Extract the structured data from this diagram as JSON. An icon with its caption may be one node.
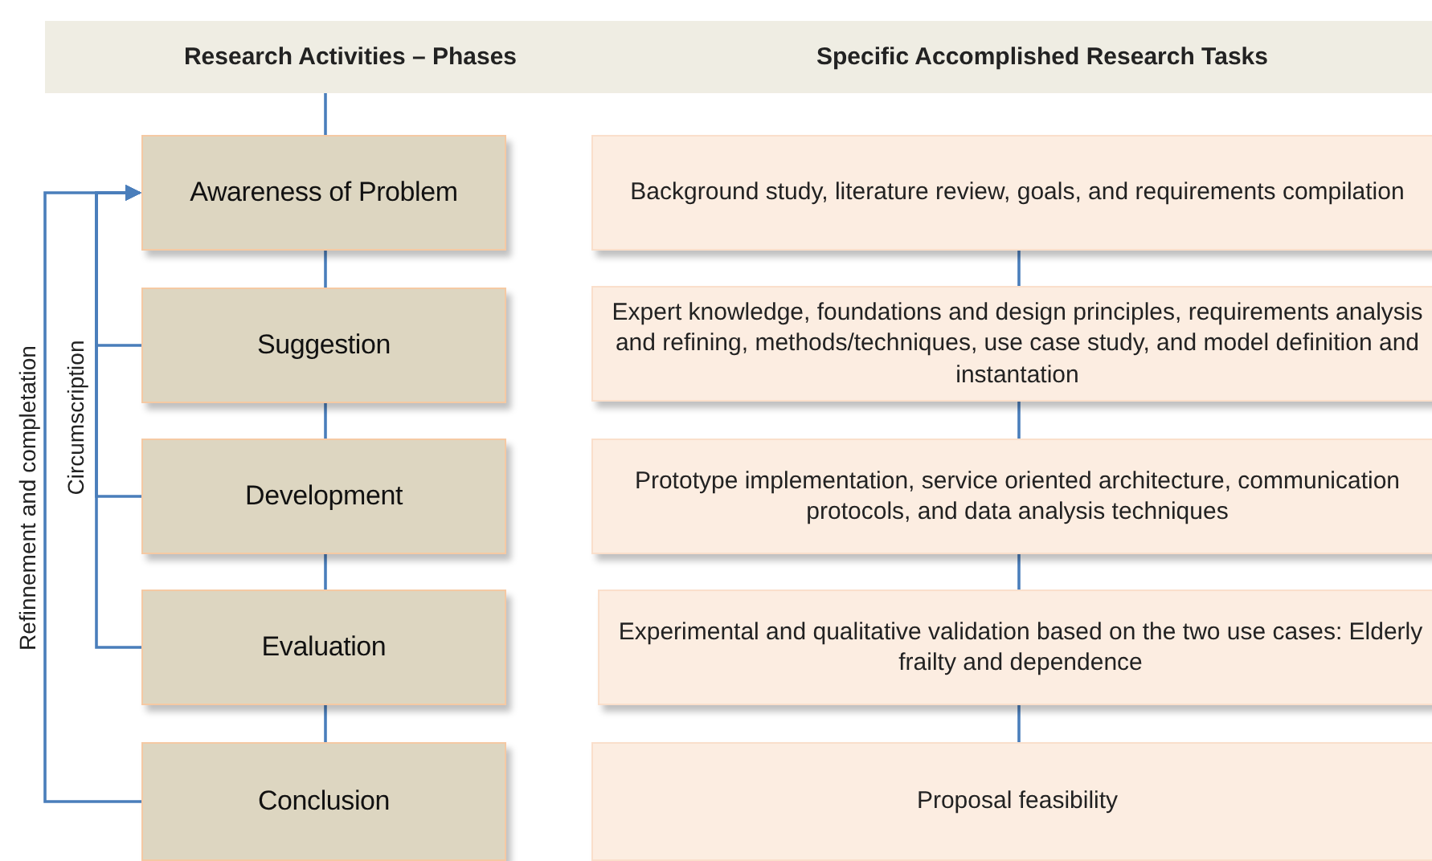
{
  "diagram": {
    "nodes": [
      {
        "text": [
          "Research Activities – Phases",
          "Specific Accomplished Research Tasks"
        ]
      },
      {
        "text": [
          "Awareness of Problem"
        ]
      },
      {
        "text": [
          "Suggestion"
        ]
      },
      {
        "text": [
          "Development"
        ]
      },
      {
        "text": [
          "Evaluation"
        ]
      },
      {
        "text": [
          "Conclusion"
        ]
      },
      {
        "text": [
          "Background study, literature review, goals, and requirements compilation"
        ]
      },
      {
        "text": [
          "Expert knowledge, foundations and design principles, requirements analysis and refining, methods/techniques, use case study, and model definition and instantation"
        ]
      },
      {
        "text": [
          "Prototype implementation, service oriented architecture, communication protocols, and data analysis techniques"
        ]
      },
      {
        "text": [
          "Experimental and qualitative validation based on the two use cases: Elderly frailty and dependence"
        ]
      },
      {
        "text": [
          "Proposal feasibility"
        ]
      }
    ],
    "edges": [
      {
        "from": 0,
        "to": 1,
        "arrow": "none"
      },
      {
        "from": 1,
        "to": 2,
        "arrow": "none"
      },
      {
        "from": 2,
        "to": 3,
        "arrow": "none"
      },
      {
        "from": 3,
        "to": 4,
        "arrow": "none"
      },
      {
        "from": 4,
        "to": 5,
        "arrow": "none"
      },
      {
        "from": 6,
        "to": 7,
        "arrow": "none"
      },
      {
        "from": 7,
        "to": 8,
        "arrow": "none"
      },
      {
        "from": 8,
        "to": 9,
        "arrow": "none"
      },
      {
        "from": 9,
        "to": 10,
        "arrow": "none"
      },
      {
        "from": 2,
        "to": 1,
        "arrow": "to"
      },
      {
        "from": 3,
        "to": 1,
        "arrow": "to",
        "label": "Circumscription"
      },
      {
        "from": 4,
        "to": 1,
        "arrow": "to"
      },
      {
        "from": 5,
        "to": 1,
        "arrow": "to",
        "label": "Refinnement and completation"
      }
    ]
  }
}
